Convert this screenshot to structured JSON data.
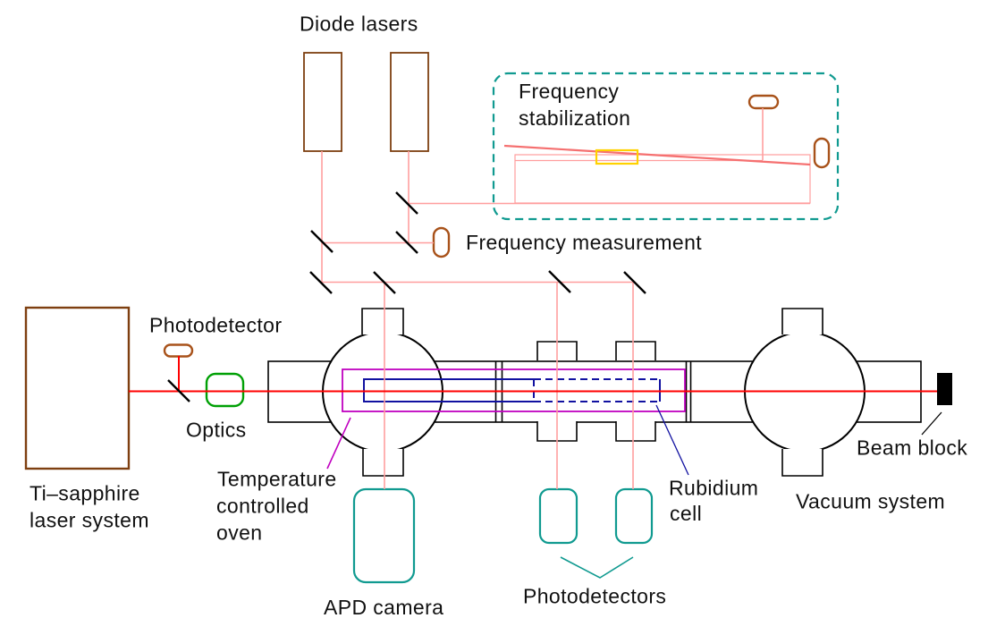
{
  "labels": {
    "diode_lasers": "Diode lasers",
    "frequency_stabilization_line1": "Frequency",
    "frequency_stabilization_line2": "stabilization",
    "frequency_measurement": "Frequency measurement",
    "photodetector": "Photodetector",
    "optics": "Optics",
    "ti_sapphire_line1": "Ti–sapphire",
    "ti_sapphire_line2": "laser system",
    "temp_oven_line1": "Temperature",
    "temp_oven_line2": "controlled",
    "temp_oven_line3": "oven",
    "apd_camera": "APD camera",
    "photodetectors": "Photodetectors",
    "rubidium_line1": "Rubidium",
    "rubidium_line2": "cell",
    "vacuum_system": "Vacuum system",
    "beam_block": "Beam block"
  },
  "colors": {
    "background": "#ffffff",
    "text": "#111111",
    "black_line": "#000000",
    "beam_red": "#ff0000",
    "beam_pink": "#ff9e9e",
    "beam_pink_strong": "#f57070",
    "brown_box": "#7e3f10",
    "brown_pill": "#a8521a",
    "teal": "#109a90",
    "green": "#00a005",
    "magenta": "#c000c0",
    "navy": "#1111a0",
    "yellow": "#ffd200"
  }
}
